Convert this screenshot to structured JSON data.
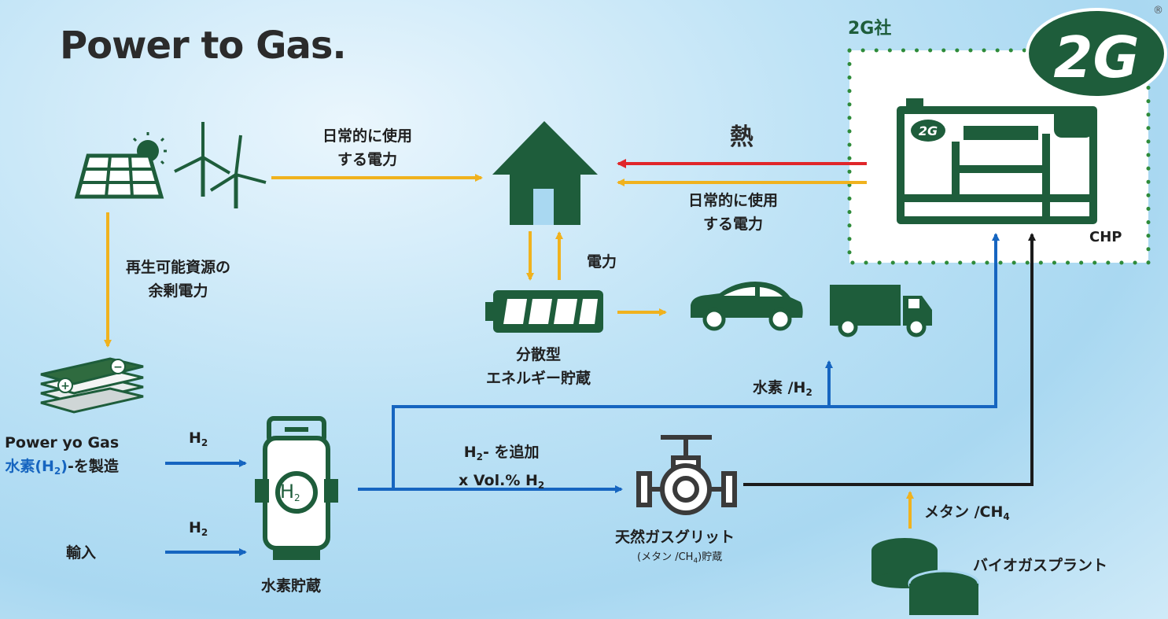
{
  "title": "Power to Gas.",
  "company_label": "2G社",
  "logo_text": "2G",
  "registered_mark": "®",
  "chp_label": "CHP",
  "heat_label": "熱",
  "labels": {
    "daily_power_1": "日常的に使用",
    "daily_power_2": "する電力",
    "daily_power_right_1": "日常的に使用",
    "daily_power_right_2": "する電力",
    "electricity": "電力",
    "surplus_1": "再生可能資源の",
    "surplus_2": "余剰電力",
    "storage_1": "分散型",
    "storage_2": "エネルギー貯蔵",
    "ptg_line1": "Power yo Gas",
    "ptg_line2_pre": "水素(H",
    "ptg_line2_sub": "2",
    "ptg_line2_post": ")-を製造",
    "import": "輸入",
    "h2_top": "H",
    "h2_sub": "2",
    "h2_bottom": "H",
    "h2_bottom_sub": "2",
    "tank_text": "H",
    "tank_sub": "2",
    "hydrogen_storage": "水素貯蔵",
    "add_h2_pre": "H",
    "add_h2_sub": "2",
    "add_h2_post": "- を追加",
    "vol_pre": "x Vol.% H",
    "vol_sub": "2",
    "hydrogen_h2_pre": "水素 /H",
    "hydrogen_h2_sub": "2",
    "gas_grid": "天然ガスグリット",
    "gas_grid_sub_pre": "(メタン /CH",
    "gas_grid_sub_sub": "4",
    "gas_grid_sub_post": ")貯蔵",
    "methane_pre": "メタン /CH",
    "methane_sub": "4",
    "biogas": "バイオガスプラント"
  },
  "colors": {
    "green": "#1e5d3b",
    "yellow_arrow": "#f0b21e",
    "blue_arrow": "#1665c0",
    "red_arrow": "#e0262a",
    "black_line": "#1b1b1b",
    "dots": "#2e8b3a"
  }
}
